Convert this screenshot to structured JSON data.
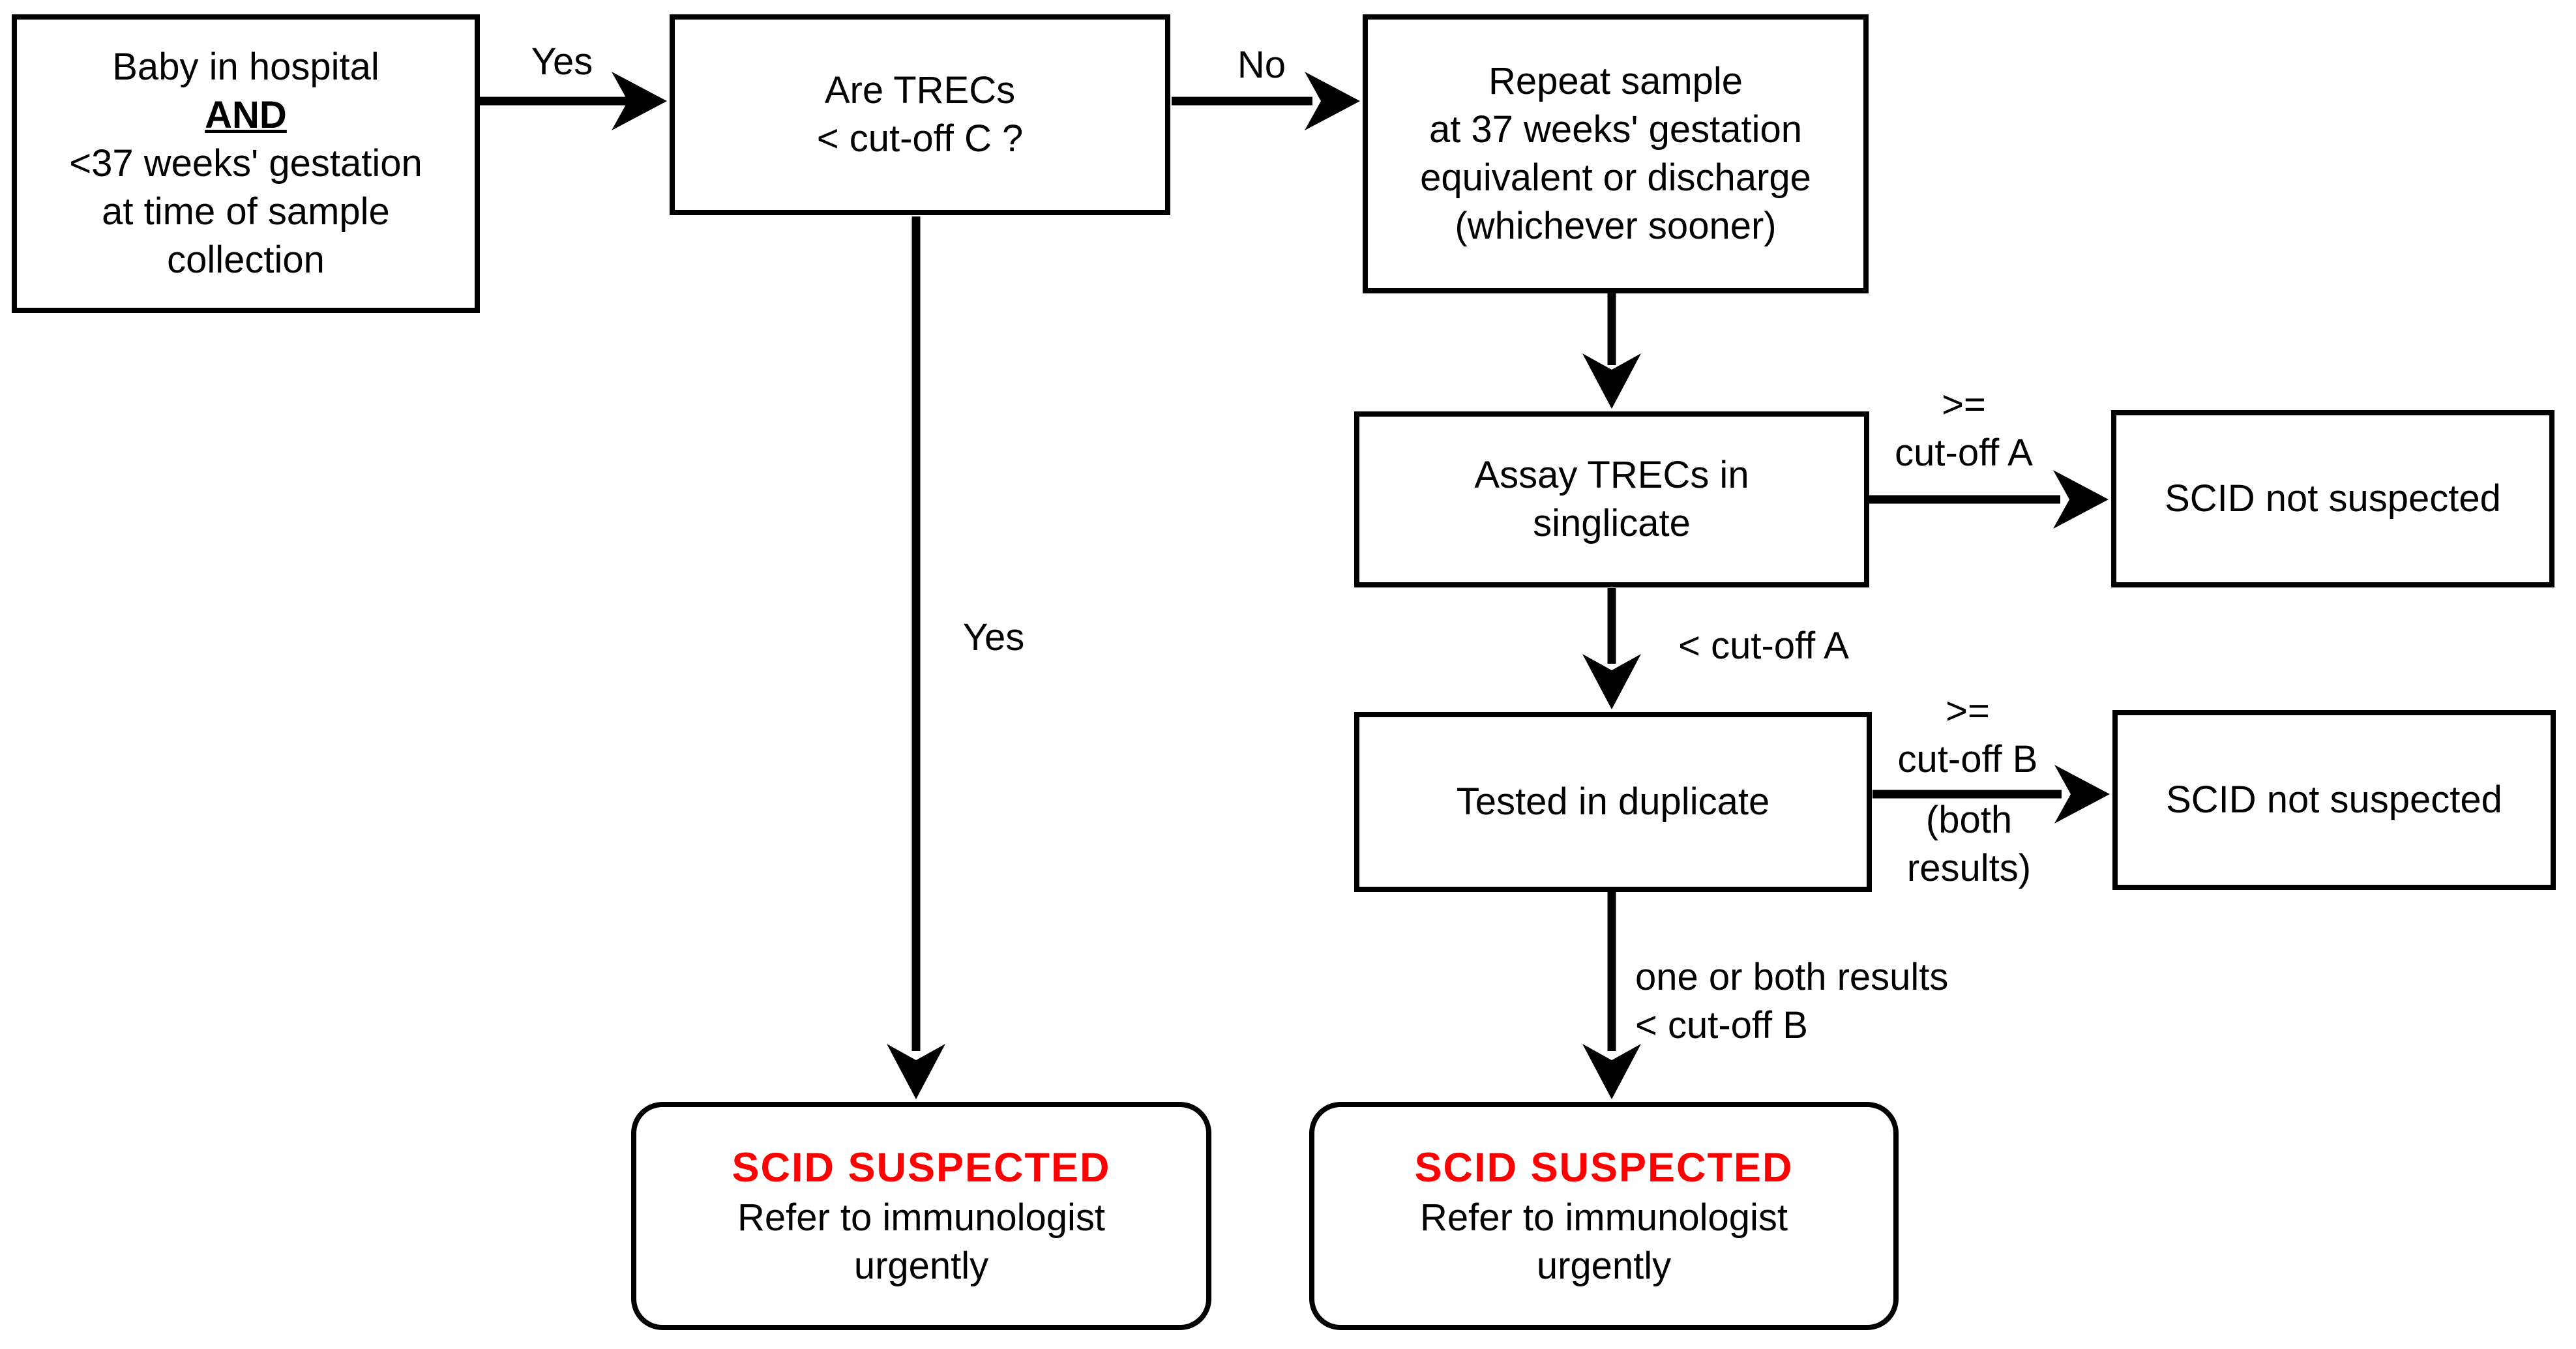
{
  "diagram": {
    "title": "SCID newborn screening TREC flowchart (preterm pathway)",
    "colors": {
      "line": "#000000",
      "alert_red": "#ff0000",
      "background": "#ffffff"
    },
    "nodes": {
      "baby": {
        "line1": "Baby in hospital",
        "emphasis": "AND",
        "rest": "<37 weeks' gestation\nat time of sample\ncollection"
      },
      "trecs_question": {
        "text": "Are TRECs\n< cut-off C ?"
      },
      "repeat_sample": {
        "text": "Repeat sample\nat 37 weeks' gestation\nequivalent or discharge\n(whichever sooner)"
      },
      "assay_singlicate": {
        "text": "Assay TRECs in\nsinglicate"
      },
      "scid_not_suspected_top": {
        "text": "SCID not suspected"
      },
      "tested_duplicate": {
        "text": "Tested in duplicate"
      },
      "scid_not_suspected_bottom": {
        "text": "SCID not suspected"
      },
      "scid_suspected_left": {
        "title": "SCID SUSPECTED",
        "body": "Refer to immunologist\nurgently"
      },
      "scid_suspected_right": {
        "title": "SCID SUSPECTED",
        "body": "Refer to immunologist\nurgently"
      }
    },
    "edge_labels": {
      "yes_top": "Yes",
      "no_top": "No",
      "yes_down": "Yes",
      "ge_cutoff_a": ">=\ncut-off A",
      "lt_cutoff_a": "< cut-off A",
      "ge_cutoff_b": ">=\ncut-off B",
      "both_results": "(both\nresults)",
      "one_or_both": "one or both results\n< cut-off B"
    }
  }
}
